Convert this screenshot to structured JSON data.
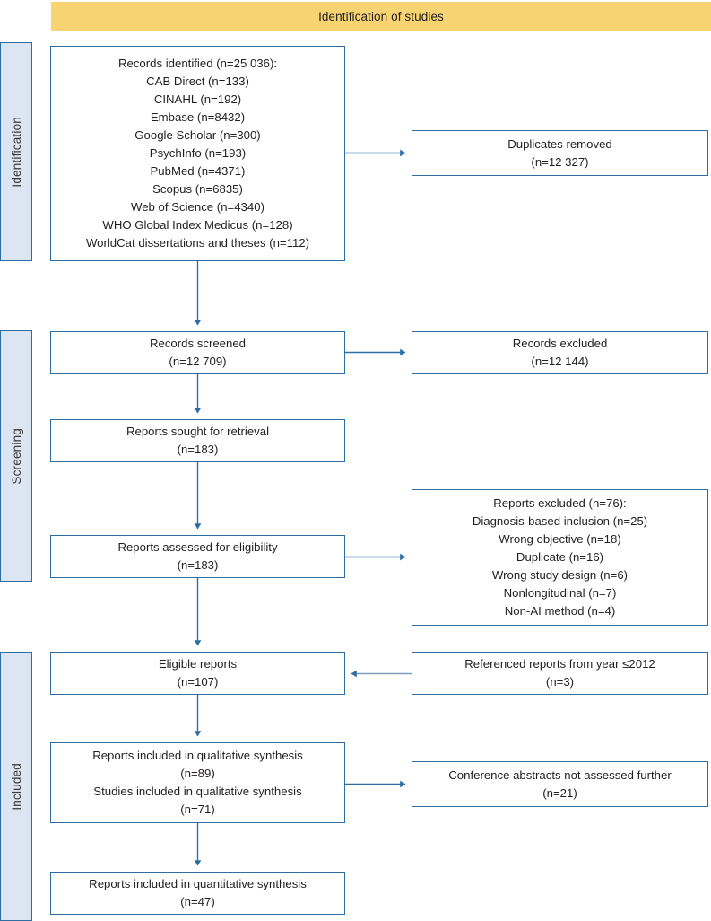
{
  "header": {
    "title": "Identification of studies",
    "background_color": "#f8d372"
  },
  "colors": {
    "box_border": "#2e6da4",
    "stage_bar_fill": "#dce6f2",
    "stage_bar_border": "#2e6da4",
    "arrow": "#2e6da4",
    "arrow_muted": "#7a9cba",
    "text": "#231f20",
    "page_background": "#ffffff"
  },
  "stages": [
    {
      "id": "identification",
      "label": "Identification"
    },
    {
      "id": "screening",
      "label": "Screening"
    },
    {
      "id": "included",
      "label": "Included"
    }
  ],
  "boxes": {
    "records_identified": {
      "lines": [
        "Records identified (n=25 036):",
        "CAB Direct (n=133)",
        "CINAHL (n=192)",
        "Embase (n=8432)",
        "Google Scholar (n=300)",
        "PsychInfo (n=193)",
        "PubMed (n=4371)",
        "Scopus (n=6835)",
        "Web of Science (n=4340)",
        "WHO Global Index Medicus (n=128)",
        "WorldCat dissertations and theses (n=112)"
      ]
    },
    "duplicates_removed": {
      "lines": [
        "Duplicates removed",
        "(n=12 327)"
      ]
    },
    "records_screened": {
      "lines": [
        "Records screened",
        "(n=12 709)"
      ]
    },
    "records_excluded": {
      "lines": [
        "Records excluded",
        "(n=12 144)"
      ]
    },
    "reports_sought": {
      "lines": [
        "Reports sought for retrieval",
        "(n=183)"
      ]
    },
    "reports_assessed": {
      "lines": [
        "Reports assessed for eligibility",
        "(n=183)"
      ]
    },
    "reports_excluded": {
      "lines": [
        "Reports excluded (n=76):",
        "Diagnosis-based inclusion (n=25)",
        "Wrong objective (n=18)",
        "Duplicate (n=16)",
        "Wrong study design (n=6)",
        "Nonlongitudinal (n=7)",
        "Non-AI method (n=4)"
      ]
    },
    "eligible_reports": {
      "lines": [
        "Eligible reports",
        "(n=107)"
      ]
    },
    "referenced_reports": {
      "lines": [
        "Referenced reports from year ≤2012",
        "(n=3)"
      ]
    },
    "qualitative_synthesis": {
      "lines": [
        "Reports included in qualitative synthesis",
        "(n=89)",
        "Studies included in qualitative synthesis",
        "(n=71)"
      ]
    },
    "conference_abstracts": {
      "lines": [
        "Conference abstracts not assessed further",
        "(n=21)"
      ]
    },
    "quantitative_synthesis": {
      "lines": [
        "Reports included in quantitative synthesis",
        "(n=47)"
      ]
    }
  }
}
